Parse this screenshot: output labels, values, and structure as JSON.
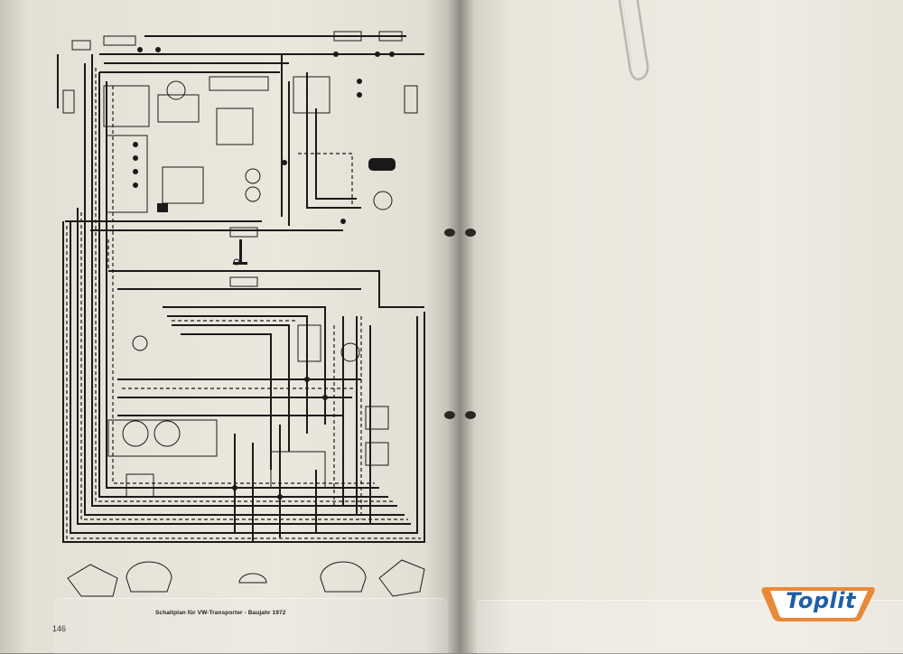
{
  "document": {
    "caption": "Schaltplan für VW-Transporter - Baujahr 1972",
    "page_number": "146"
  },
  "logo": {
    "text": "Toplit",
    "colors": {
      "border": "#e8893a",
      "fill": "#ffffff",
      "text": "#1f5fa8"
    }
  },
  "colors": {
    "paper": "#ebe7dd",
    "ink": "#1a1a1a",
    "gutter": "#8f8b83"
  }
}
